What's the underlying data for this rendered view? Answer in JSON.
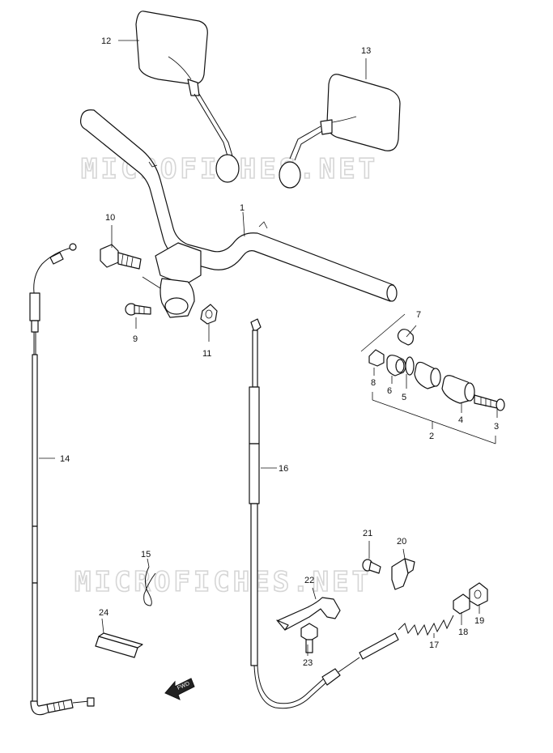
{
  "watermarks": [
    "MICROFICHES.NET",
    "MICROFICHES.NET"
  ],
  "arrow_text": "FWD",
  "callouts": {
    "p1": "1",
    "p2": "2",
    "p3": "3",
    "p4": "4",
    "p5": "5",
    "p6": "6",
    "p7": "7",
    "p8": "8",
    "p9": "9",
    "p10": "10",
    "p11": "11",
    "p12": "12",
    "p13": "13",
    "p14": "14",
    "p15": "15",
    "p16": "16",
    "p17": "17",
    "p18": "18",
    "p19": "19",
    "p20": "20",
    "p21": "21",
    "p22": "22",
    "p23": "23",
    "p24": "24"
  }
}
